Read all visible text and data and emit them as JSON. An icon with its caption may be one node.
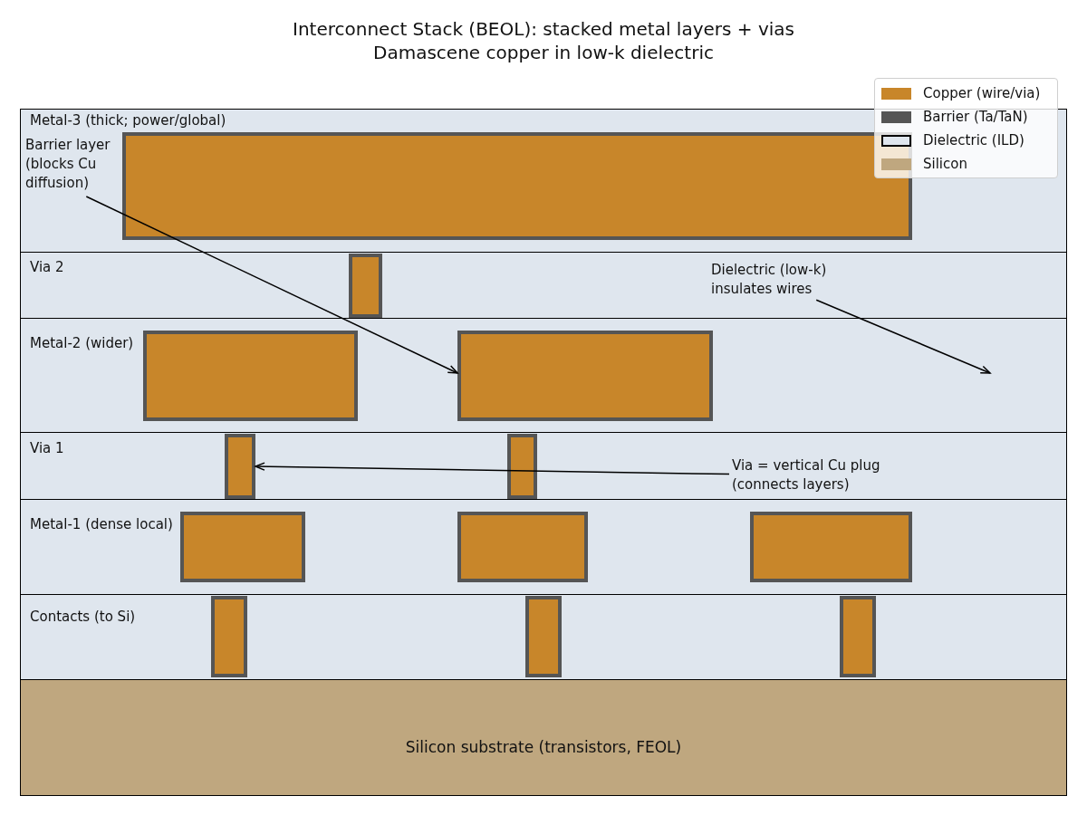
{
  "diagram": {
    "title": "Interconnect Stack (BEOL): stacked metal layers + vias Damascene copper in low-k dielectric",
    "nodes": [
      {
        "text": [
          "Metal-3 (thick; power/global)"
        ]
      },
      {
        "text": [],
        "shape": "box",
        "in": 0
      },
      {
        "text": [
          "Barrier layer (blocks Cu diffusion)"
        ],
        "in": 0
      },
      {
        "text": [
          "Via 2"
        ]
      },
      {
        "text": [],
        "shape": "box",
        "in": 3
      },
      {
        "text": [
          "Dielectric (low-k) insulates wires"
        ],
        "in": 3
      },
      {
        "text": [
          "Metal-2 (wider)"
        ]
      },
      {
        "text": [],
        "shape": "box",
        "in": 6
      },
      {
        "text": [],
        "shape": "box",
        "in": 6
      },
      {
        "text": [
          "Via 1"
        ]
      },
      {
        "text": [],
        "shape": "box",
        "in": 9
      },
      {
        "text": [],
        "shape": "box",
        "in": 9
      },
      {
        "text": [
          "Via = vertical Cu plug (connects layers)"
        ],
        "in": 9
      },
      {
        "text": [
          "Metal-1 (dense local)"
        ]
      },
      {
        "text": [],
        "shape": "box",
        "in": 13
      },
      {
        "text": [],
        "shape": "box",
        "in": 13
      },
      {
        "text": [],
        "shape": "box",
        "in": 13
      },
      {
        "text": [
          "Contacts (to Si)"
        ]
      },
      {
        "text": [],
        "shape": "box",
        "in": 17
      },
      {
        "text": [],
        "shape": "box",
        "in": 17
      },
      {
        "text": [],
        "shape": "box",
        "in": 17
      },
      {
        "text": [
          "Silicon substrate (transistors, FEOL)"
        ]
      }
    ],
    "edges": [
      {
        "from": 2,
        "to": 8,
        "arrow": "to"
      },
      {
        "from": 5,
        "to": null,
        "arrow": "to"
      },
      {
        "from": 12,
        "to": 10,
        "arrow": "to"
      }
    ],
    "legend": [
      {
        "text": "Copper (wire/via)",
        "color": "#c8862a"
      },
      {
        "text": "Barrier (Ta/TaN)",
        "color": "#555555"
      },
      {
        "text": "Dielectric (ILD)",
        "color": "#dfe6ee"
      },
      {
        "text": "Silicon",
        "color": "#bfa77f"
      }
    ]
  }
}
